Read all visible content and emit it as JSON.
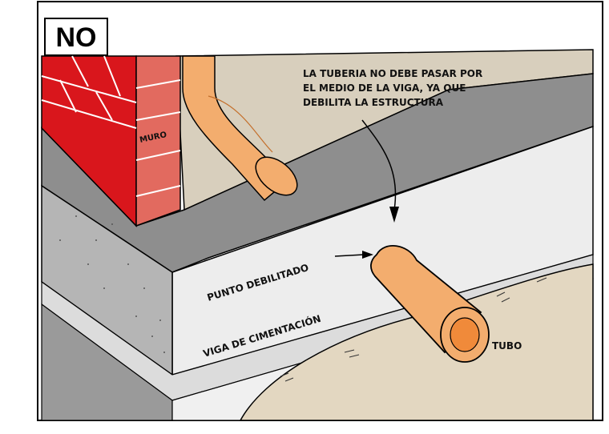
{
  "badge": "NO",
  "note": {
    "line1": "LA TUBERIA NO DEBE PASAR POR",
    "line2": "EL MEDIO DE LA VIGA, YA QUE",
    "line3": "DEBILITA LA ESTRUCTURA"
  },
  "labels": {
    "wall": "MURO",
    "weak_point": "PUNTO DEBILITADO",
    "beam": "VIGA DE CIMENTACIÓN",
    "pipe": "TUBO"
  },
  "colors": {
    "brick": "#d9161c",
    "pipe": "#f3ad6e",
    "pipe_inner": "#f08a3a",
    "beam_top": "#8e8e8e",
    "beam_face": "#ededed",
    "floor": "#d8cfbd",
    "soil": "#e3d7c1"
  }
}
